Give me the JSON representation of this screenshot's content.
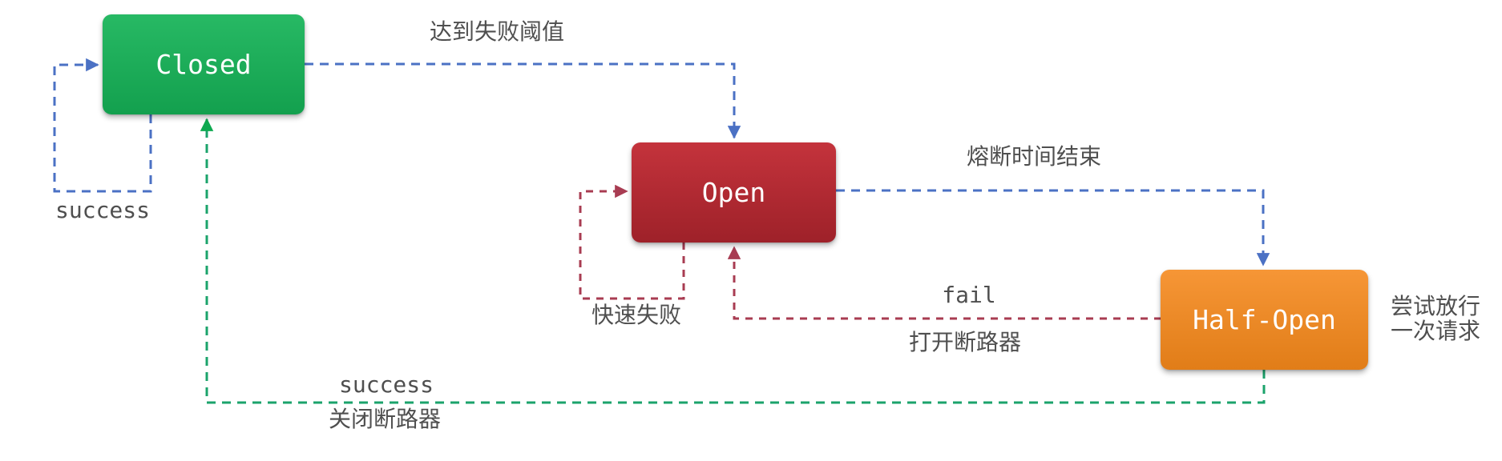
{
  "states": {
    "closed": {
      "label": "Closed",
      "color_top": "#27b964",
      "color_bottom": "#13a04e"
    },
    "open": {
      "label": "Open",
      "color_top": "#c4333c",
      "color_bottom": "#9e2129"
    },
    "half_open": {
      "label": "Half-Open",
      "color_top": "#f69636",
      "color_bottom": "#e17d18"
    }
  },
  "transitions": {
    "closed_self_success": {
      "label": "success"
    },
    "closed_to_open": {
      "label": "达到失败阈值"
    },
    "open_self_fast_fail": {
      "label": "快速失败"
    },
    "open_to_half_open": {
      "label": "熔断时间结束"
    },
    "half_open_to_open": {
      "label_line1": "fail",
      "label_line2": "打开断路器"
    },
    "half_open_to_closed": {
      "label_line1": "success",
      "label_line2": "关闭断路器"
    }
  },
  "annotations": {
    "half_open_note": {
      "line1": "尝试放行",
      "line2": "一次请求"
    }
  },
  "colors": {
    "blue": "#4b71c4",
    "maroon": "#a83c52",
    "green": "#1ba36b",
    "green_arrow": "#0ea950",
    "text": "#4f4f4f",
    "state_text": "#ffffff",
    "background": "#ffffff",
    "closed_top": "#27b964",
    "closed_bottom": "#13a04e",
    "open_top": "#c4333c",
    "open_bottom": "#9e2129",
    "half_open_top": "#f69636",
    "half_open_bottom": "#e17d18"
  }
}
